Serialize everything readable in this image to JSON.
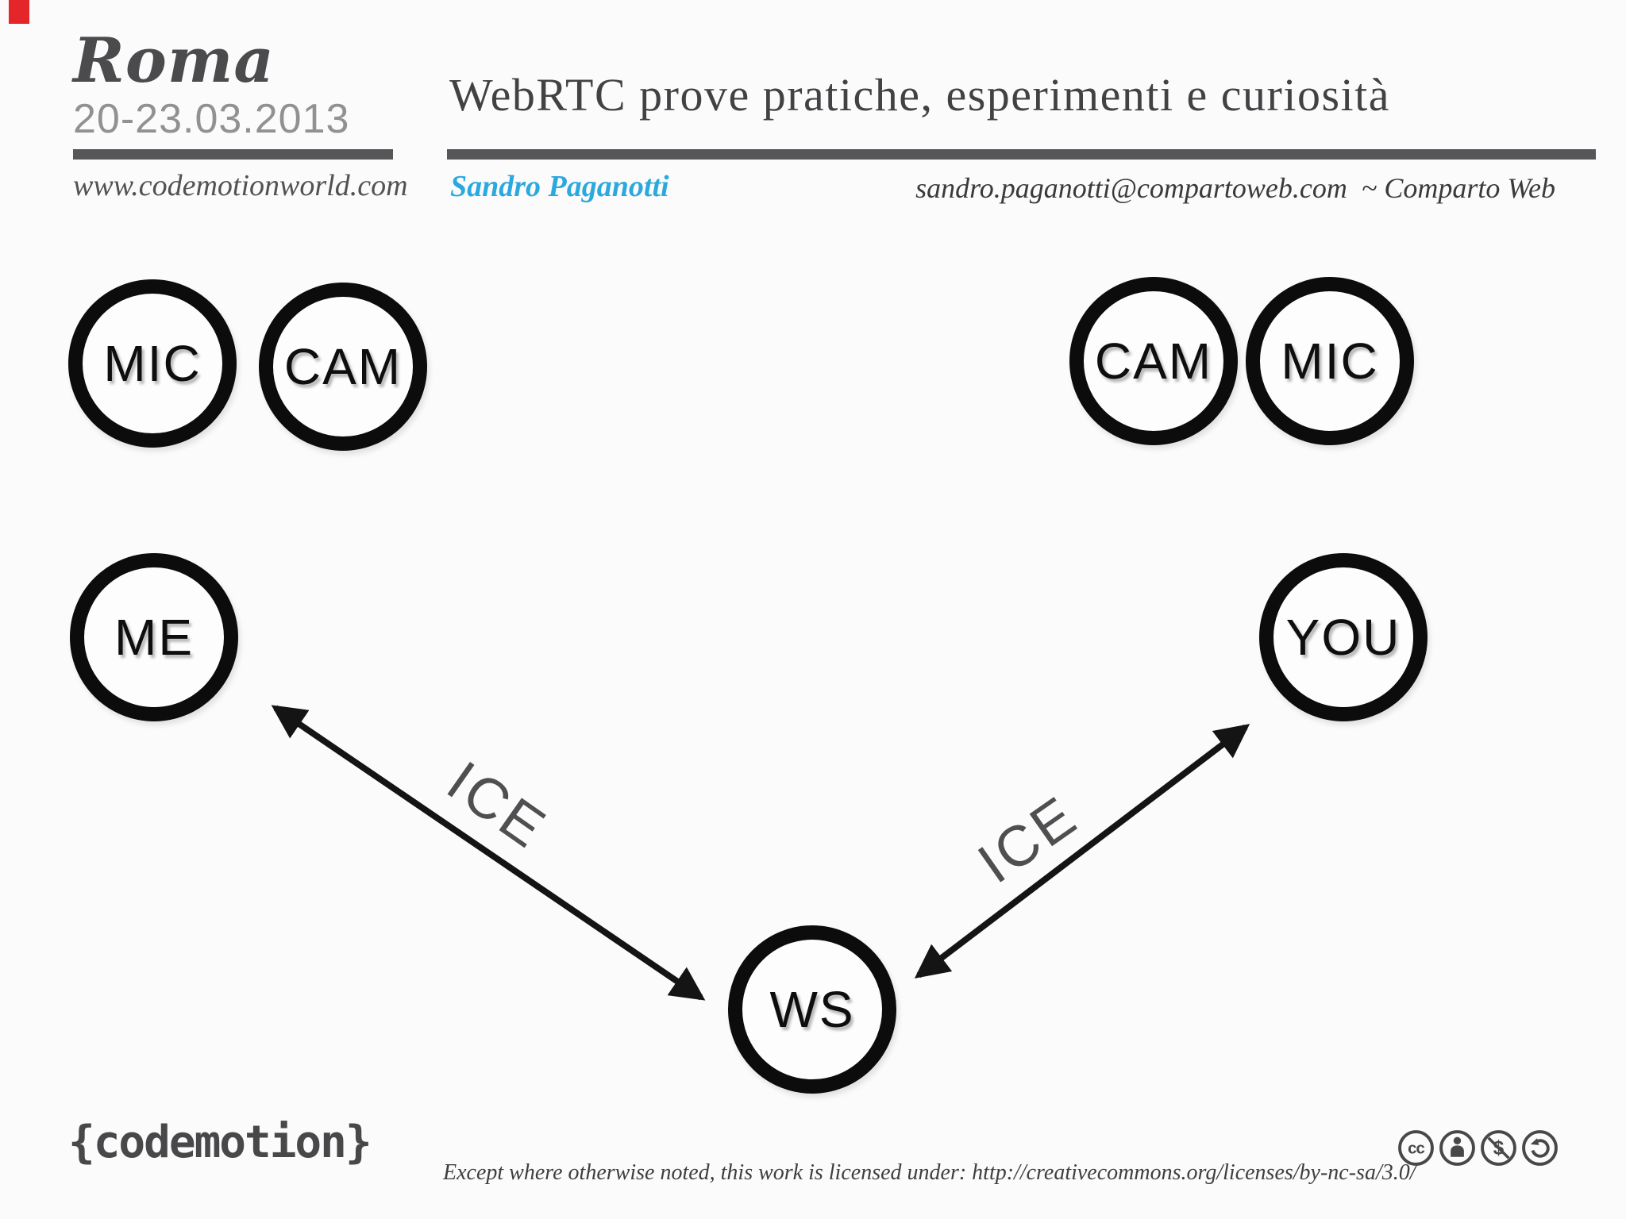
{
  "slide": {
    "event_city": "Roma",
    "event_dates": "20-23.03.2013",
    "event_site": "www.codemotionworld.com",
    "title": "WebRTC prove pratiche, esperimenti e curiosità",
    "speaker": "Sandro Paganotti",
    "contact": "sandro.paganotti@compartoweb.com  ~ Comparto Web"
  },
  "diagram": {
    "nodes": [
      {
        "id": "mic-left",
        "label": "MIC"
      },
      {
        "id": "cam-left",
        "label": "CAM"
      },
      {
        "id": "cam-right",
        "label": "CAM"
      },
      {
        "id": "mic-right",
        "label": "MIC"
      },
      {
        "id": "me",
        "label": "ME"
      },
      {
        "id": "you",
        "label": "YOU"
      },
      {
        "id": "ws",
        "label": "WS"
      }
    ],
    "edges": [
      {
        "from": "ME",
        "to": "WS",
        "label": "ICE",
        "style": "double-headed-arrow"
      },
      {
        "from": "YOU",
        "to": "WS",
        "label": "ICE",
        "style": "double-headed-arrow"
      }
    ]
  },
  "footer": {
    "logo_text": "{codemotion}",
    "license_text": "Except where otherwise noted, this work is licensed under: http://creativecommons.org/licenses/by-nc-sa/3.0/",
    "cc_badge_text": "cc",
    "nc_badge_text": "$",
    "cc_icons": [
      "creative-commons",
      "attribution",
      "non-commercial",
      "share-alike"
    ]
  },
  "colors": {
    "background": "#fcfbfb",
    "ink": "#0c0c0c",
    "gray_text": "#4b4b4d",
    "light_gray_text": "#919193",
    "divider_gray": "#57575a",
    "accent_blue": "#2ba9de",
    "corner_red": "#e4262b"
  }
}
